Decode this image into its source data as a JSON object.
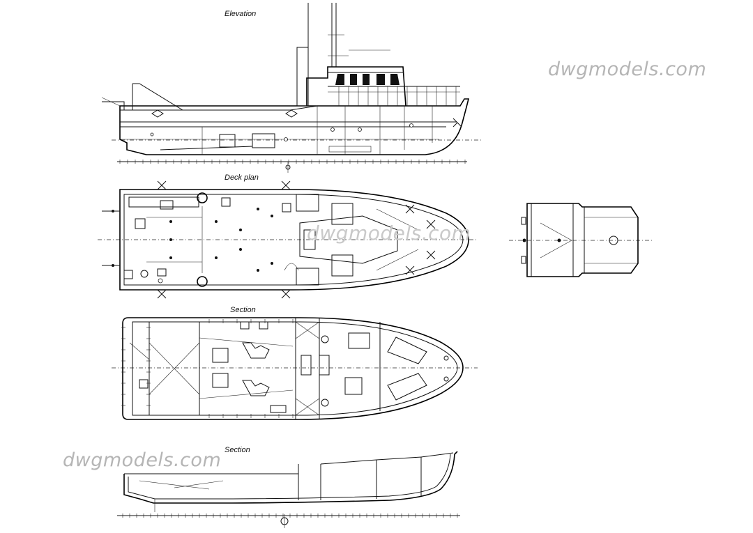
{
  "labels": {
    "elevation": "Elevation",
    "deck_plan": "Deck plan",
    "section_plan": "Section",
    "section_profile": "Section"
  },
  "watermarks": {
    "top_right": "dwgmodels.com",
    "center": "dwgmodels.com",
    "bottom_left": "dwgmodels.com"
  },
  "colors": {
    "line": "#111111",
    "watermark": "#b5b5b5",
    "background": "#ffffff"
  }
}
